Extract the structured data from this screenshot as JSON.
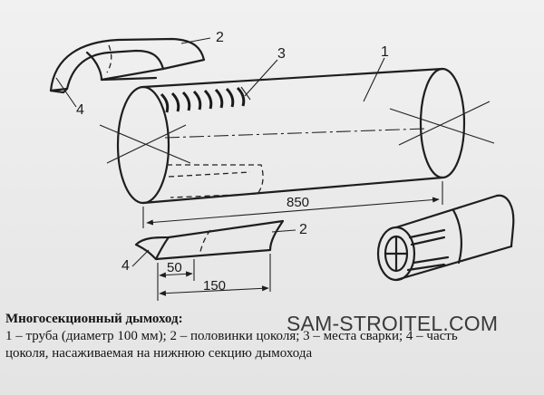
{
  "callouts": {
    "pipe": "1",
    "half_plinth_top": "2",
    "half_plinth_bottom": "2",
    "welding": "3",
    "sleeve_top": "4",
    "sleeve_bottom": "4"
  },
  "dimensions": {
    "pipe_length": "850",
    "plinth_sleeve": "50",
    "plinth_length": "150"
  },
  "watermark": "SAM-STROITEL.COM",
  "caption": {
    "title": "Многосекционный дымоход:",
    "body": "1 – труба (диаметр 100 мм); 2 – половинки цоколя; 3 – места сварки; 4 – часть\nцоколя, насаживаемая на нижнюю секцию дымохода"
  }
}
